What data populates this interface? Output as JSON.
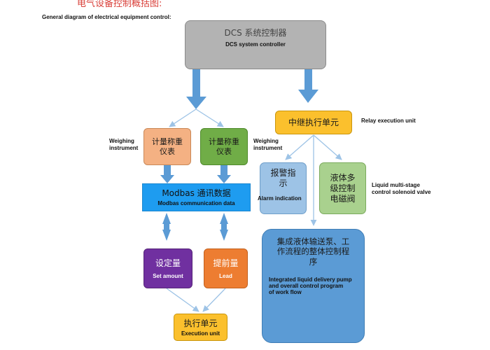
{
  "header": {
    "title_cn": "电气设备控制概括图:",
    "title_en": "General diagram of electrical equipment control:"
  },
  "nodes": {
    "dcs": {
      "cn": "DCS 系统控制器",
      "en": "DCS system controller"
    },
    "relay": {
      "cn": "中继执行单元",
      "en": "Relay execution unit"
    },
    "weigh_left": {
      "cn_line1": "计量称重",
      "cn_line2": "仪表",
      "en_line1": "Weighing",
      "en_line2": "instrument"
    },
    "weigh_right": {
      "cn_line1": "计量称重",
      "cn_line2": "仪表",
      "en_line1": "Weighing",
      "en_line2": "instrument"
    },
    "alarm": {
      "cn_line1": "报警指",
      "cn_line2": "示",
      "en": "Alarm indication"
    },
    "valve": {
      "cn_line1": "液体多",
      "cn_line2": "级控制",
      "cn_line3": "电磁阀",
      "en_line1": "Liquid multi-stage",
      "en_line2": "control solenoid valve"
    },
    "modbus": {
      "cn": "Modbas 通讯数据",
      "en": "Modbas communication data"
    },
    "set_amount": {
      "cn": "设定量",
      "en": "Set amount"
    },
    "lead": {
      "cn": "提前量",
      "en": "Lead"
    },
    "exec": {
      "cn": "执行单元",
      "en": "Execution unit"
    },
    "integrated": {
      "cn_line1": "集成液体输送泵、工",
      "cn_line2": "作流程的整体控制程",
      "cn_line3": "序",
      "en_line1": "Integrated liquid delivery pump",
      "en_line2": "and overall control program",
      "en_line3": "of work flow"
    }
  },
  "colors": {
    "dcs": "#b3b3b3",
    "relay": "#fbc02d",
    "weigh_left": "#f4b183",
    "weigh_right": "#70ad47",
    "alarm": "#9dc3e6",
    "valve": "#a9d18e",
    "modbus": "#1e9cf0",
    "set_amount": "#7030a0",
    "lead": "#ed7d31",
    "exec": "#fbc02d",
    "integrated": "#5b9bd5",
    "arrow": "#5b9bd5",
    "thin_arrow": "#9dc3e6"
  }
}
